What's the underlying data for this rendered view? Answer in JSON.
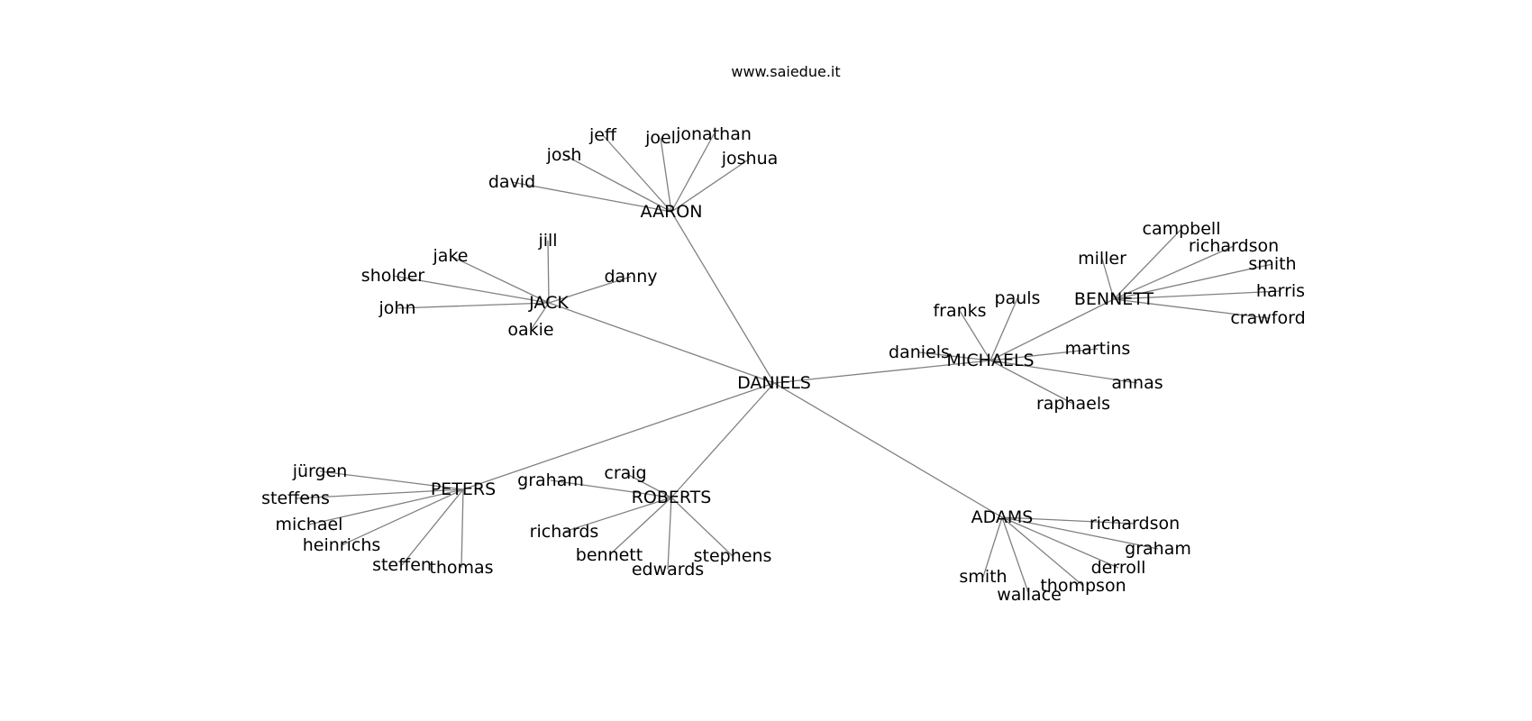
{
  "header": {
    "site": "www.saiedue.it"
  },
  "tree": {
    "root": "DANIELS",
    "groups": [
      {
        "id": "aaron",
        "name": "AARON",
        "children": [
          "david",
          "josh",
          "jeff",
          "joel",
          "jonathan",
          "joshua"
        ]
      },
      {
        "id": "jack",
        "name": "JACK",
        "children": [
          "jill",
          "jake",
          "sholder",
          "danny",
          "john",
          "oakie"
        ]
      },
      {
        "id": "michaels",
        "name": "MICHAELS",
        "children": [
          "franks",
          "pauls",
          "daniels",
          "martins",
          "annas",
          "raphaels"
        ]
      },
      {
        "id": "bennett",
        "name": "BENNETT",
        "parent": "michaels",
        "children": [
          "campbell",
          "miller",
          "richardson",
          "smith",
          "harris",
          "crawford"
        ]
      },
      {
        "id": "peters",
        "name": "PETERS",
        "children": [
          "jürgen",
          "steffens",
          "michael",
          "heinrichs",
          "steffen",
          "thomas"
        ]
      },
      {
        "id": "roberts",
        "name": "ROBERTS",
        "children": [
          "craig",
          "graham",
          "richards",
          "bennett",
          "edwards",
          "stephens"
        ]
      },
      {
        "id": "adams",
        "name": "ADAMS",
        "children": [
          "richardson",
          "graham",
          "derroll",
          "thompson",
          "wallace",
          "smith"
        ]
      }
    ]
  }
}
